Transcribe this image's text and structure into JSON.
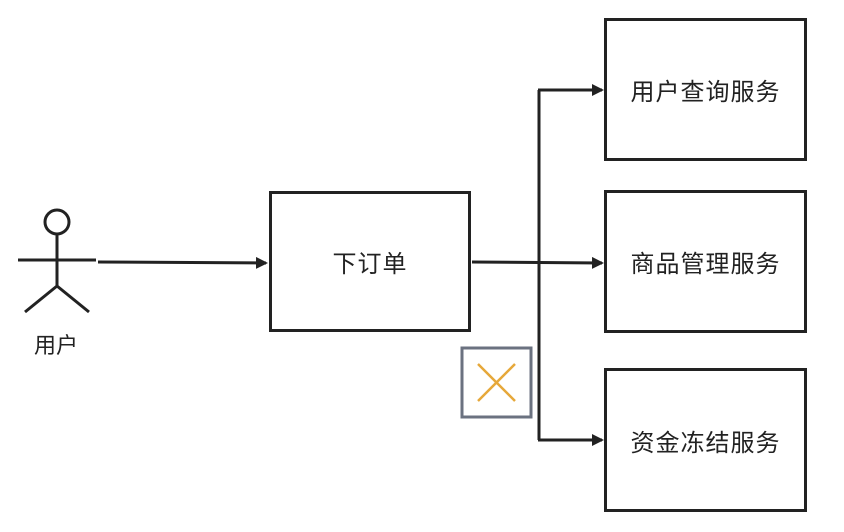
{
  "actor": {
    "label": "用户"
  },
  "nodes": {
    "order": "下订单",
    "user_query": "用户查询服务",
    "product_mgmt": "商品管理服务",
    "fund_freeze": "资金冻结服务"
  },
  "colors": {
    "stroke": "#222222",
    "fail_marker_border": "#6b7280",
    "fail_marker_cross": "#e6a83a"
  },
  "icons": {
    "actor": "stick-figure-icon",
    "fail_marker": "cross-icon"
  }
}
